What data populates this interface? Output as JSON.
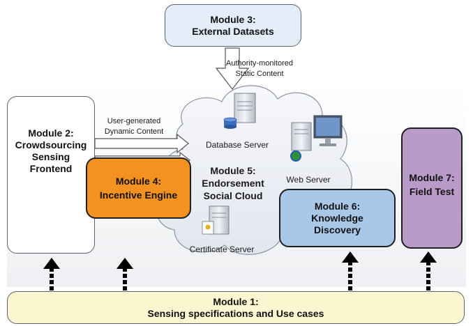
{
  "module3": {
    "line1": "Module 3:",
    "line2": "External Datasets"
  },
  "authority_label": {
    "line1": "Authority-monitored",
    "line2": "Static Content"
  },
  "user_generated_label": {
    "line1": "User-generated",
    "line2": "Dynamic Content"
  },
  "module2": {
    "line1": "Module 2:",
    "line2": "Crowdsourcing",
    "line3": "Sensing",
    "line4": "Frontend"
  },
  "module4": {
    "line1": "Module 4:",
    "line2": "Incentive Engine"
  },
  "module5": {
    "line1": "Module 5:",
    "line2": "Endorsement",
    "line3": "Social Cloud"
  },
  "module6": {
    "line1": "Module 6:",
    "line2": "Knowledge",
    "line3": "Discovery"
  },
  "module7": {
    "line1": "Module 7:",
    "line2": "Field Test"
  },
  "module1": {
    "line1": "Module 1:",
    "line2": "Sensing specifications and Use cases"
  },
  "servers": {
    "database": "Database Server",
    "web": "Web Server",
    "certificate": "Certificate Server"
  },
  "colors": {
    "module3": "#e3edf7",
    "module1": "#fbf6cf",
    "module4": "#f39121",
    "module6": "#a9c7e6",
    "module7": "#b99bc9",
    "cloud": "#eef1f6"
  }
}
